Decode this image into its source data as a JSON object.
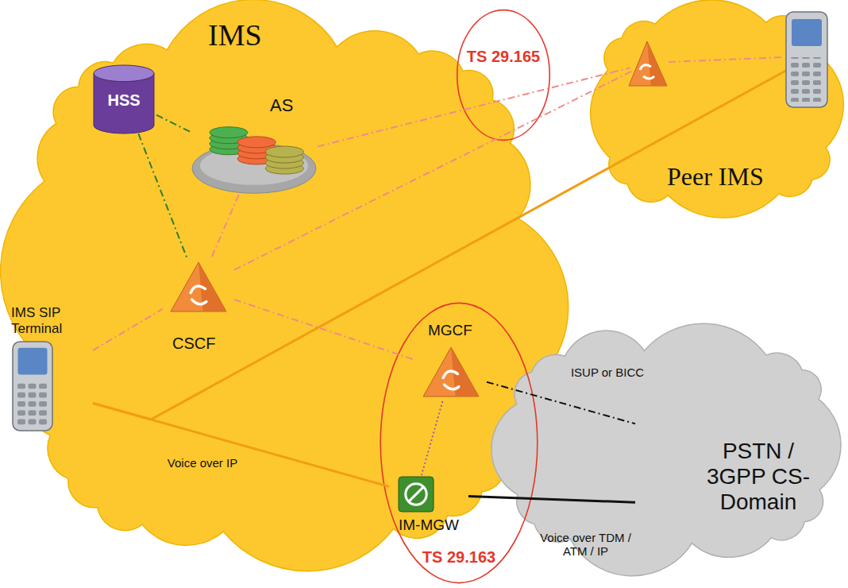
{
  "diagram": {
    "nodes": [
      {
        "text": [
          "IMS"
        ]
      },
      {
        "text": [
          "HSS"
        ],
        "in": 0
      },
      {
        "text": [
          "AS"
        ],
        "in": 0
      },
      {
        "text": [
          "IMS SIP Terminal"
        ],
        "in": 0
      },
      {
        "text": [
          "CSCF"
        ],
        "in": 0
      },
      {
        "text": [
          "TS 29.163"
        ],
        "in": 0
      },
      {
        "text": [
          "MGCF"
        ],
        "in": 5
      },
      {
        "text": [
          "IM-MGW"
        ],
        "in": 5
      },
      {
        "text": [
          "TS 29.165"
        ]
      },
      {
        "text": [
          "Peer IMS"
        ]
      },
      {
        "text": [
          "PSTN / 3GPP CS-Domain"
        ]
      }
    ],
    "edges": [
      {
        "from": 1,
        "to": 2,
        "arrow": "none"
      },
      {
        "from": 1,
        "to": 4,
        "arrow": "none"
      },
      {
        "from": 2,
        "to": 4,
        "arrow": "none"
      },
      {
        "from": 3,
        "to": 4,
        "arrow": "none"
      },
      {
        "from": 4,
        "to": 6,
        "arrow": "none"
      },
      {
        "from": 4,
        "to": 9,
        "arrow": "none"
      },
      {
        "from": 2,
        "to": 9,
        "arrow": "none"
      },
      {
        "from": 6,
        "to": 7,
        "arrow": "none"
      },
      {
        "from": 6,
        "to": 10,
        "arrow": "none",
        "label": "ISUP or BICC"
      },
      {
        "from": 3,
        "to": 7,
        "arrow": "none",
        "label": "Voice over IP"
      },
      {
        "from": 3,
        "to": 9,
        "arrow": "none"
      },
      {
        "from": 7,
        "to": 10,
        "arrow": "none",
        "label": "Voice over TDM / ATM / IP"
      }
    ]
  }
}
